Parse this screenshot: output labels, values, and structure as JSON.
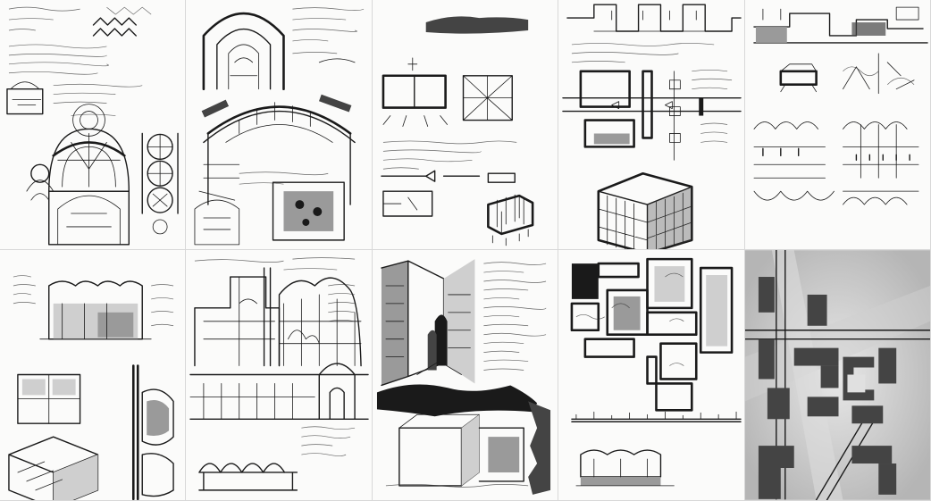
{
  "sheets": [
    {
      "id": "sketch-1"
    },
    {
      "id": "sketch-2"
    },
    {
      "id": "sketch-3"
    },
    {
      "id": "sketch-4"
    },
    {
      "id": "sketch-5"
    },
    {
      "id": "sketch-6"
    },
    {
      "id": "sketch-7"
    },
    {
      "id": "sketch-8"
    },
    {
      "id": "sketch-9"
    },
    {
      "id": "sketch-10"
    }
  ],
  "colors": {
    "paper": "#fbfbfa",
    "ink": "#1a1a1a",
    "shade": "#9a9a9a"
  }
}
